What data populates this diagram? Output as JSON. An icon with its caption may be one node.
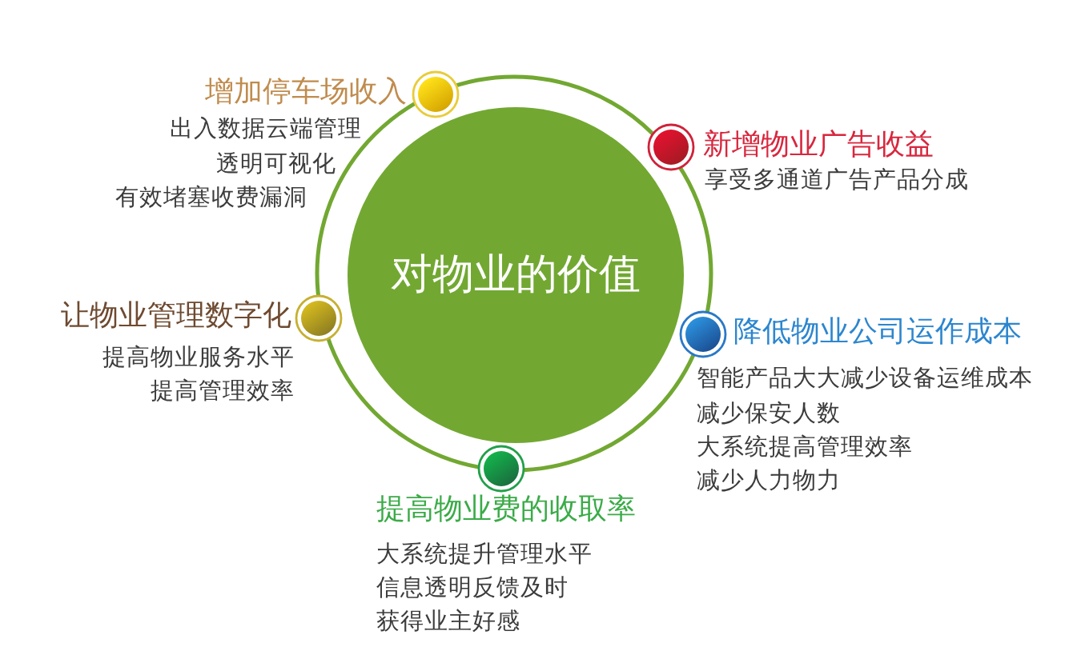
{
  "diagram": {
    "nodes": [
      {
        "text": [
          "对物业的价值"
        ]
      },
      {
        "text": [
          "增加停车场收入",
          "出入数据云端管理",
          "透明可视化",
          "有效堵塞收费漏洞"
        ]
      },
      {
        "text": [
          "新增物业广告收益",
          "享受多通道广告产品分成"
        ]
      },
      {
        "text": [
          "让物业管理数字化",
          "提高物业服务水平",
          "提高管理效率"
        ]
      },
      {
        "text": [
          "降低物业公司运作成本",
          "智能产品大大减少设备运维成本",
          "减少保安人数",
          "大系统提高管理效率",
          "减少人力物力"
        ]
      },
      {
        "text": [
          "提高物业费的收取率",
          "大系统提升管理水平",
          "信息透明反馈及时",
          "获得业主好感"
        ]
      }
    ]
  }
}
